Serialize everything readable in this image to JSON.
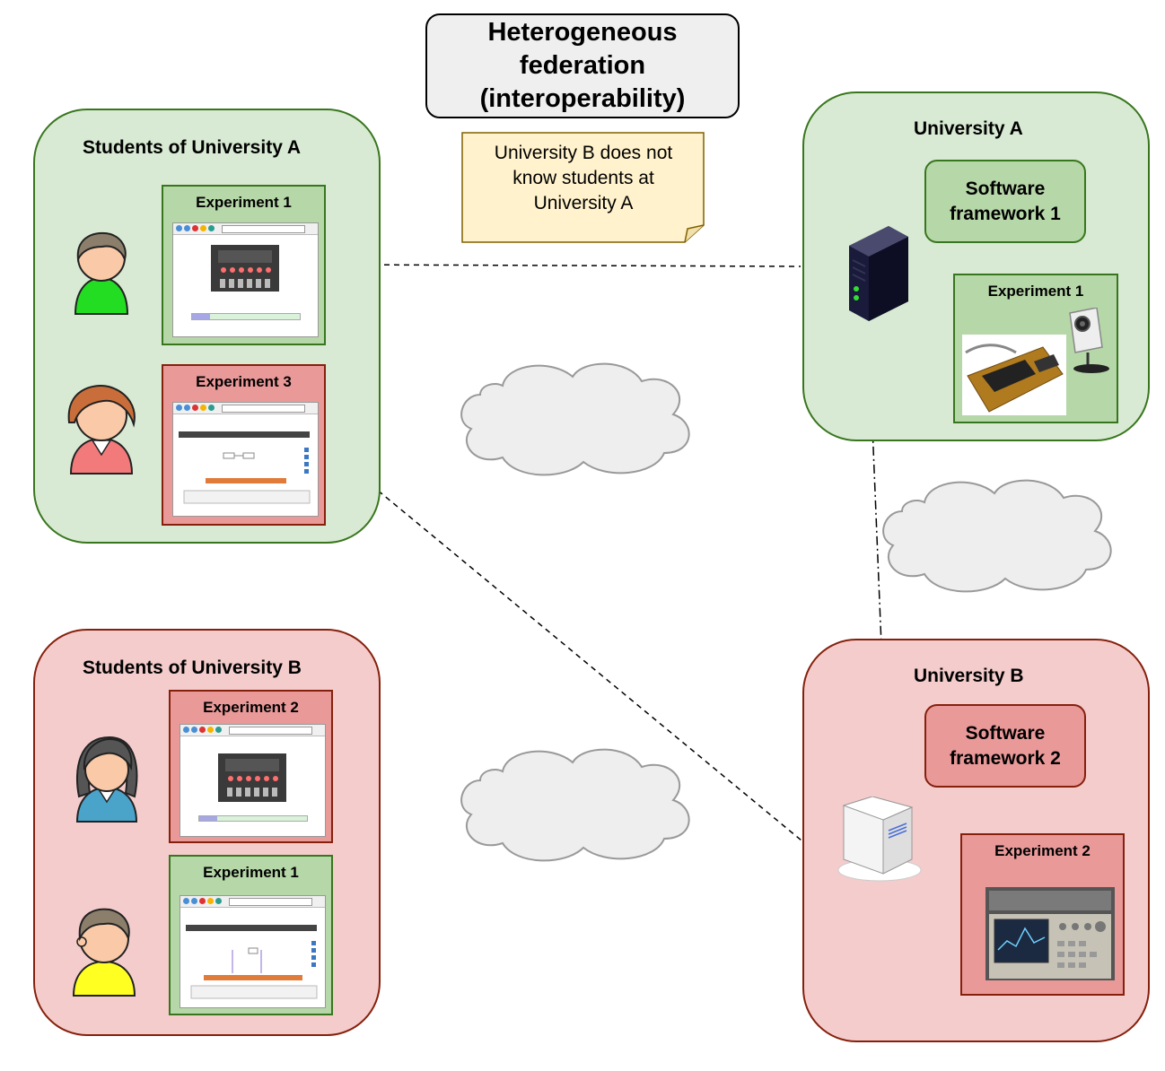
{
  "title": "Heterogeneous federation (interoperability)",
  "note": "University B does not know students at University A",
  "students_a": {
    "title": "Students of University A",
    "experiments": [
      "Experiment 1",
      "Experiment 3"
    ]
  },
  "students_b": {
    "title": "Students of University B",
    "experiments": [
      "Experiment 2",
      "Experiment 1"
    ]
  },
  "university_a": {
    "title": "University A",
    "framework": "Software framework 1",
    "experiment": "Experiment 1"
  },
  "university_b": {
    "title": "University B",
    "framework": "Software framework 2",
    "experiment": "Experiment 2"
  },
  "colors": {
    "green_fill": "#d8ead3",
    "green_border": "#38761d",
    "red_fill": "#f4cccc",
    "red_border": "#85200c",
    "note_fill": "#fff2cc"
  },
  "icons": [
    "person-icon",
    "server-icon",
    "cloud-icon",
    "webcam-icon",
    "circuit-board-icon",
    "oscilloscope-icon"
  ]
}
